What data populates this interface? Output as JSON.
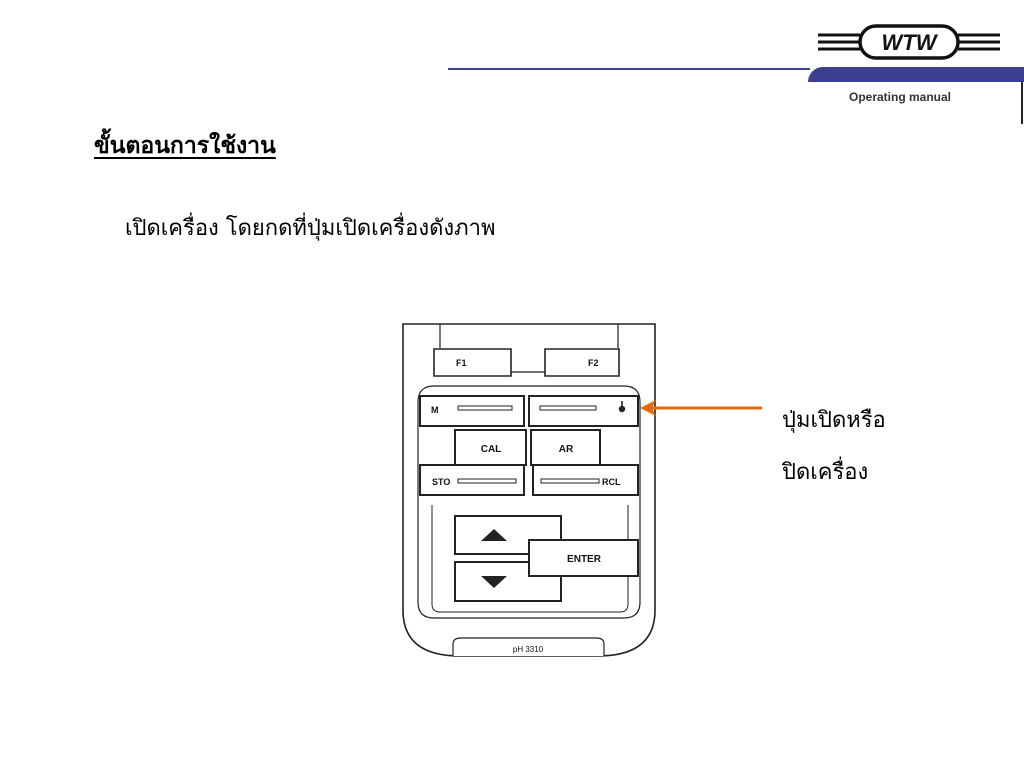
{
  "header": {
    "logo_text": "WTW",
    "subtitle": "Operating manual",
    "accent_color": "#3a3f8f"
  },
  "heading": "ขั้นตอนการใช้งาน",
  "instruction": "เปิดเครื่อง โดยกดที่ปุ่มเปิดเครื่องดังภาพ",
  "device": {
    "keys": {
      "f1": "F1",
      "f2": "F2",
      "m": "M",
      "cal": "CAL",
      "ar": "AR",
      "sto": "STO",
      "rcl": "RCL",
      "enter": "ENTER"
    },
    "model": "pH 3310"
  },
  "callout": {
    "line1": "ปุ่มเปิดหรือ",
    "line2": "ปิดเครื่อง",
    "arrow_color": "#e36c0a"
  }
}
